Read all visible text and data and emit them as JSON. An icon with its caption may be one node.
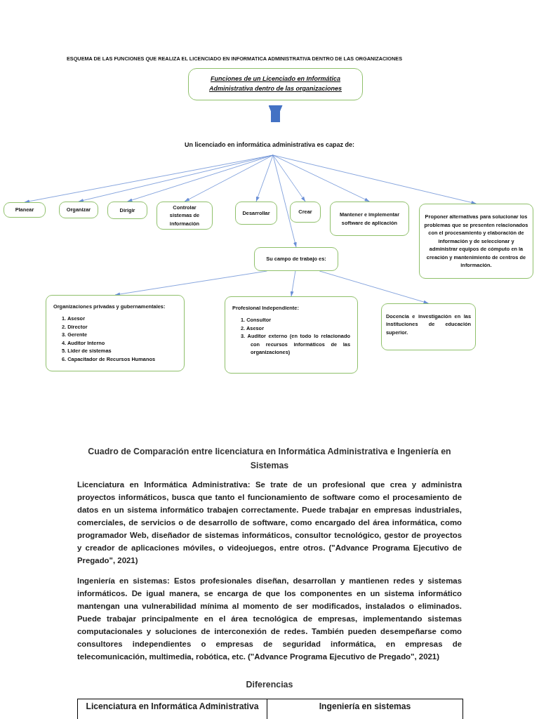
{
  "diagram": {
    "title": "ESQUEMA DE LAS FUNCIONES QUE REALIZA EL LICENCIADO EN INFORMATICA ADMINISTRATIVA DENTRO DE LAS ORGANIZACIONES",
    "nodes": [
      {
        "text": [
          "Funciones de un Licenciado en Informática Administrativa dentro de las organizaciones"
        ]
      },
      {
        "text": [
          "Un licenciado en informática administrativa es capaz de:"
        ]
      },
      {
        "text": [
          "Planear"
        ]
      },
      {
        "text": [
          "Organizar"
        ]
      },
      {
        "text": [
          "Dirigir"
        ]
      },
      {
        "text": [
          "Controlar sistemas de información"
        ]
      },
      {
        "text": [
          "Desarrollar"
        ]
      },
      {
        "text": [
          "Crear"
        ]
      },
      {
        "text": [
          "Mantener e implementar software de aplicación"
        ]
      },
      {
        "text": [
          "Proponer alternativas para solucionar los problemas que se presenten relacionados con el procesamiento y elaboración de información y de seleccionar y administrar equipos de cómputo en la creación y mantenimiento de centros de información."
        ]
      },
      {
        "text": [
          "Su campo de trabajo es:"
        ]
      },
      {
        "text": [
          "Organizaciones privadas y gubernamentales:",
          "1. Asesor",
          "2. Director",
          "3. Gerente",
          "4. Auditor Interno",
          "5. Lider de sistemas",
          "6. Capacitador de Recursos Humanos"
        ]
      },
      {
        "text": [
          "Profesional Independiente:",
          "1. Consultor",
          "2. Asesor",
          "3. Auditor externo (en todo lo relacionado con recursos informáticos de las organizaciones)"
        ]
      },
      {
        "text": [
          "Docencia e investigación en las instituciones de educación superior."
        ]
      }
    ],
    "edges": [
      {
        "from": 0,
        "to": 1,
        "arrow": "to",
        "style": "thick"
      },
      {
        "from": 1,
        "to": 2,
        "arrow": "to"
      },
      {
        "from": 1,
        "to": 3,
        "arrow": "to"
      },
      {
        "from": 1,
        "to": 4,
        "arrow": "to"
      },
      {
        "from": 1,
        "to": 5,
        "arrow": "to"
      },
      {
        "from": 1,
        "to": 6,
        "arrow": "to"
      },
      {
        "from": 1,
        "to": 7,
        "arrow": "to"
      },
      {
        "from": 1,
        "to": 8,
        "arrow": "to"
      },
      {
        "from": 1,
        "to": 9,
        "arrow": "to"
      },
      {
        "from": 1,
        "to": 10,
        "arrow": "to"
      },
      {
        "from": 10,
        "to": 11,
        "arrow": "to"
      },
      {
        "from": 10,
        "to": 12,
        "arrow": "to"
      },
      {
        "from": 10,
        "to": 13,
        "arrow": "to"
      }
    ],
    "labels": [
      "Cuadro de Comparación entre licenciatura en Informática Administrativa e Ingeniería en Sistemas",
      "Licenciatura en Informática Administrativa: Se trate de un profesional que crea y administra proyectos informáticos, busca que tanto el funcionamiento de software como el procesamiento de datos en un sistema informático trabajen correctamente. Puede trabajar en empresas industriales, comerciales, de servicios o de desarrollo de software, como encargado del área informática, como programador Web, diseñador de sistemas informáticos, consultor tecnológico, gestor de proyectos y creador de aplicaciones móviles, o videojuegos, entre otros. (\"Advance Programa Ejecutivo de Pregado\", 2021)",
      "Ingeniería en sistemas: Estos profesionales diseñan, desarrollan y mantienen redes y sistemas informáticos. De igual manera, se encarga de que los componentes en un sistema informático mantengan una vulnerabilidad mínima al momento de ser modificados, instalados o eliminados. Puede trabajar principalmente en el área tecnológica de empresas, implementando sistemas computacionales y soluciones de interconexión de redes. También pueden desempeñarse como consultores independientes o empresas de seguridad informática, en empresas de telecomunicación, multimedia, robótica, etc. (\"Advance Programa Ejecutivo de Pregado\", 2021)",
      "Diferencias",
      "Licenciatura en Informática Administrativa",
      "Ingeniería en sistemas"
    ]
  }
}
